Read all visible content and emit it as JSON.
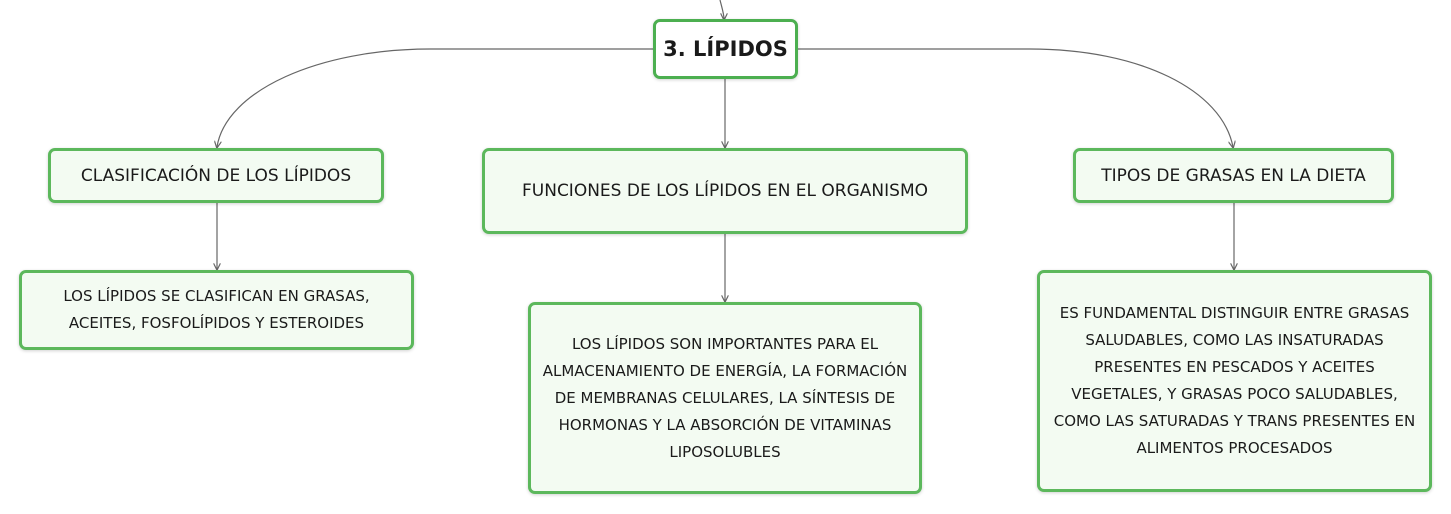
{
  "diagram": {
    "root": {
      "label": "3. LÍPIDOS"
    },
    "branches": [
      {
        "label": "CLASIFICACIÓN DE LOS LÍPIDOS",
        "detail": "LOS LÍPIDOS SE CLASIFICAN EN GRASAS, ACEITES, FOSFOLÍPIDOS Y ESTEROIDES"
      },
      {
        "label": "FUNCIONES DE LOS LÍPIDOS EN EL ORGANISMO",
        "detail": "LOS LÍPIDOS SON IMPORTANTES PARA EL ALMACENAMIENTO DE ENERGÍA, LA FORMACIÓN DE MEMBRANAS CELULARES, LA SÍNTESIS DE HORMONAS Y LA ABSORCIÓN DE VITAMINAS LIPOSOLUBLES"
      },
      {
        "label": "TIPOS DE GRASAS EN LA DIETA",
        "detail": "ES FUNDAMENTAL DISTINGUIR ENTRE GRASAS SALUDABLES, COMO LAS INSATURADAS PRESENTES EN PESCADOS Y ACEITES VEGETALES, Y GRASAS POCO SALUDABLES, COMO LAS SATURADAS Y TRANS PRESENTES EN ALIMENTOS PROCESADOS"
      }
    ]
  },
  "colors": {
    "node_border": "#5cb85c",
    "root_border": "#4caf50",
    "node_fill": "#f3fbf2",
    "connector": "#666666"
  }
}
